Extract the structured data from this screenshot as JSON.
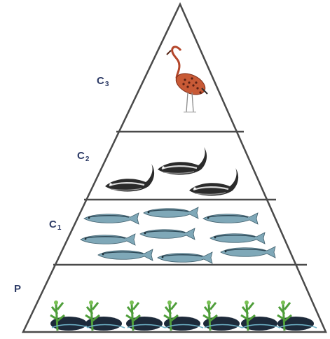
{
  "pyramid": {
    "levels": [
      {
        "key": "C3",
        "base": "C",
        "sub": "3",
        "organism": "bird-heron",
        "count": 1
      },
      {
        "key": "C2",
        "base": "C",
        "sub": "2",
        "organism": "fish-dark",
        "count": 3
      },
      {
        "key": "C1",
        "base": "C",
        "sub": "1",
        "organism": "fish-small",
        "count": 9
      },
      {
        "key": "P",
        "base": "P",
        "sub": "",
        "organism": "aquatic-plant",
        "count": 7
      }
    ],
    "colors": {
      "outline": "#4a4a4a",
      "label": "#2d3b66",
      "bird": "#b4462a",
      "fish_dark": "#2b2b2b",
      "fish_small": "#7fa8b8",
      "plant_green": "#4f9e3a",
      "plant_dark": "#1d2a3a"
    }
  }
}
